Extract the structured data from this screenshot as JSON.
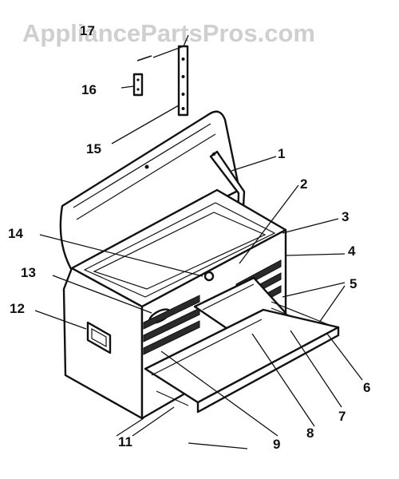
{
  "watermark": "AppliancePartsPros.com",
  "callouts": {
    "c1": "1",
    "c2": "2",
    "c3": "3",
    "c4": "4",
    "c5": "5",
    "c6": "6",
    "c7": "7",
    "c8": "8",
    "c9": "9",
    "c11": "11",
    "c12": "12",
    "c13": "13",
    "c14": "14",
    "c15": "15",
    "c16": "16",
    "c17": "17"
  }
}
